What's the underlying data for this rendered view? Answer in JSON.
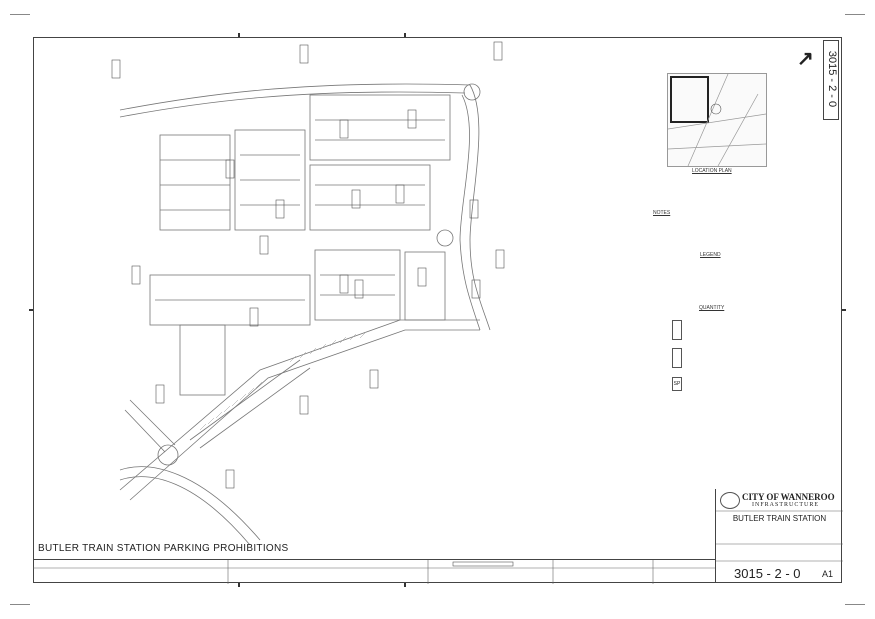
{
  "drawing": {
    "title": "BUTLER TRAIN STATION PARKING PROHIBITIONS",
    "drawing_number": "3015 - 2 - 0",
    "sheet_size": "A1",
    "side_number": "3015 - 2 - 0"
  },
  "title_block": {
    "organisation": "CITY OF WANNEROO",
    "department": "INFRASTRUCTURE",
    "project": "BUTLER TRAIN STATION"
  },
  "legend": {
    "location_plan_label": "LOCATION PLAN",
    "notes_heading": "NOTES",
    "legend_heading": "LEGEND",
    "quantity_heading": "QUANTITY",
    "sign_label": "SP"
  },
  "colors": {
    "line": "#555555",
    "light": "#9a9a9a",
    "paper": "#ffffff"
  }
}
